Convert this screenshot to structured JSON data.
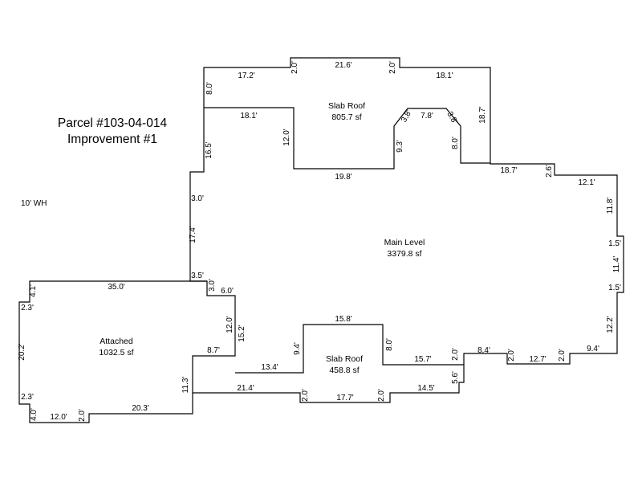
{
  "parcel": {
    "line1": "Parcel #103-04-014",
    "line2": "Improvement #1"
  },
  "note": "10' WH",
  "areas": {
    "main": {
      "name": "Main Level",
      "area": "3379.8 sf"
    },
    "slab_top": {
      "name": "Slab Roof",
      "area": "805.7 sf"
    },
    "slab_bottom": {
      "name": "Slab Roof",
      "area": "458.8 sf"
    },
    "attached": {
      "name": "Attached",
      "area": "1032.5 sf"
    }
  },
  "dims": {
    "d01": "17.2'",
    "d02": "2.0'",
    "d03": "21.6'",
    "d04": "2.0'",
    "d05": "18.1'",
    "d06": "8.0'",
    "d07": "18.7'",
    "d08": "18.1'",
    "d09": "12.0'",
    "d10": "3.8'",
    "d11": "7.8'",
    "d12": "3.8'",
    "d13": "9.3'",
    "d14": "8.0'",
    "d15": "16.5'",
    "d16": "19.8'",
    "d17": "18.7'",
    "d18": "2.6'",
    "d19": "12.1'",
    "d20": "3.0'",
    "d21": "11.8'",
    "d22": "17.4'",
    "d23": "1.5'",
    "d24": "11.4'",
    "d25": "1.5'",
    "d26": "3.5'",
    "d27": "35.0'",
    "d28": "3.0'",
    "d29": "6.0'",
    "d30": "4.1'",
    "d31": "2.3'",
    "d32": "12.0'",
    "d33": "15.2'",
    "d34": "12.2'",
    "d35": "15.8'",
    "d36": "8.0'",
    "d37": "9.4'",
    "d38": "8.7'",
    "d39": "2.0'",
    "d40": "8.4'",
    "d41": "20.2'",
    "d42": "13.4'",
    "d43": "15.7'",
    "d44": "2.0'",
    "d45": "12.7'",
    "d46": "2.0'",
    "d47": "9.4'",
    "d48": "5.6'",
    "d49": "11.3'",
    "d50": "21.4'",
    "d51": "2.0'",
    "d52": "17.7'",
    "d53": "2.0'",
    "d54": "14.5'",
    "d55": "2.3'",
    "d56": "4.0'",
    "d57": "12.0'",
    "d58": "2.0'",
    "d59": "20.3'"
  }
}
